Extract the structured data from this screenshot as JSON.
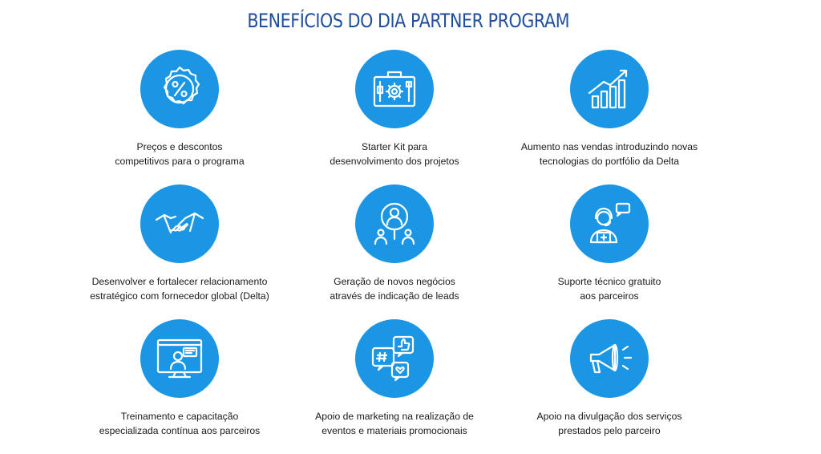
{
  "title": "BENEFÍCIOS DO DIA PARTNER PROGRAM",
  "colors": {
    "title": "#1f4e9c",
    "icon_bg": "#1b96e4",
    "text": "#1a1a1a"
  },
  "benefits": [
    {
      "icon": "percent-badge-icon",
      "lines": [
        "Preços e descontos",
        "competitivos para o programa"
      ]
    },
    {
      "icon": "toolbox-icon",
      "lines": [
        "Starter Kit para",
        "desenvolvimento dos projetos"
      ]
    },
    {
      "icon": "growth-chart-icon",
      "lines": [
        "Aumento nas vendas introduzindo novas",
        "tecnologias do portfólio da Delta"
      ]
    },
    {
      "icon": "handshake-icon",
      "lines": [
        "Desenvolver e fortalecer relacionamento",
        "estratégico com fornecedor global (Delta)"
      ]
    },
    {
      "icon": "lead-search-icon",
      "lines": [
        "Geração de novos negócios",
        "através de indicação de leads"
      ]
    },
    {
      "icon": "support-agent-icon",
      "lines": [
        "Suporte técnico gratuito",
        "aos parceiros"
      ]
    },
    {
      "icon": "online-training-icon",
      "lines": [
        "Treinamento e capacitação",
        "especializada contínua aos parceiros"
      ]
    },
    {
      "icon": "social-marketing-icon",
      "lines": [
        "Apoio de marketing na realização de",
        "eventos e materiais promocionais"
      ]
    },
    {
      "icon": "megaphone-icon",
      "lines": [
        "Apoio na divulgação dos serviços",
        "prestados pelo parceiro"
      ]
    }
  ]
}
